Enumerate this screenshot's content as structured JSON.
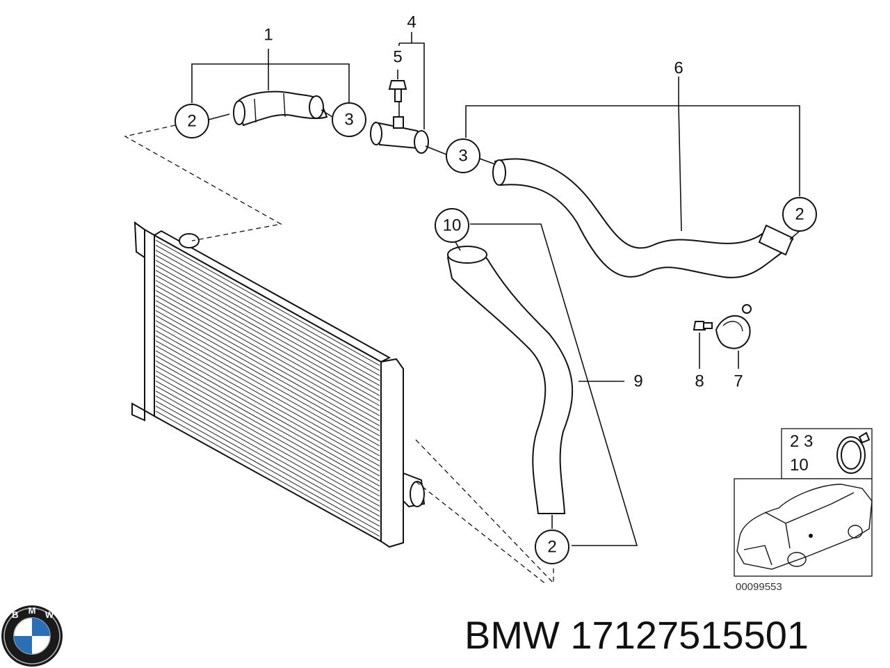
{
  "callouts": {
    "c2_left": "2",
    "c3_top": "3",
    "c3_mid": "3",
    "c2_right": "2",
    "c10": "10",
    "c2_bottom": "2"
  },
  "labels": {
    "l1": "1",
    "l4": "4",
    "l5": "5",
    "l6": "6",
    "l7": "7",
    "l8": "8",
    "l9": "9"
  },
  "inset": {
    "line1": "2 3",
    "line2": "10",
    "diagram_code": "00099553"
  },
  "brand": {
    "logo_letters": [
      "B",
      "M",
      "W"
    ],
    "text": "BMW 17127515501"
  }
}
